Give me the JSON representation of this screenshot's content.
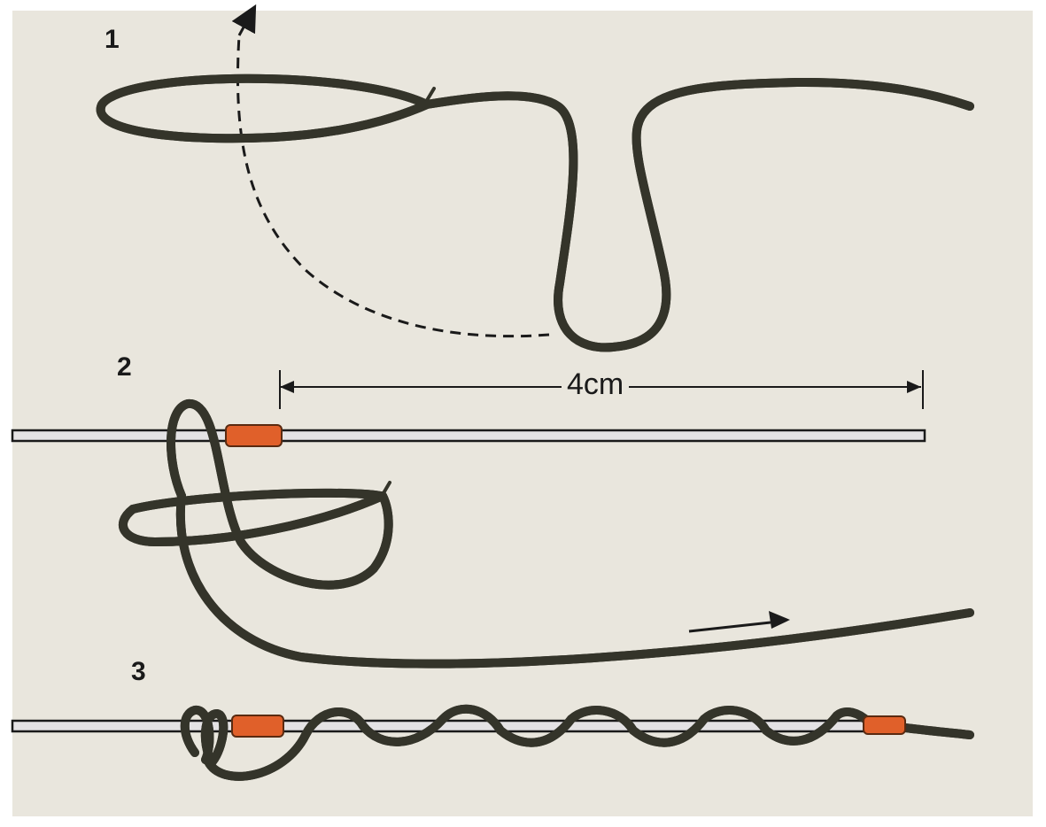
{
  "steps": [
    {
      "number": "1"
    },
    {
      "number": "2"
    },
    {
      "number": "3"
    }
  ],
  "measurement": {
    "label": "4cm"
  },
  "colors": {
    "background": "#e9e6dd",
    "line_fill": "#d3d79a",
    "line_outline": "#34342a",
    "sleeve": "#e0602a",
    "rod": "#e4e2e4"
  }
}
